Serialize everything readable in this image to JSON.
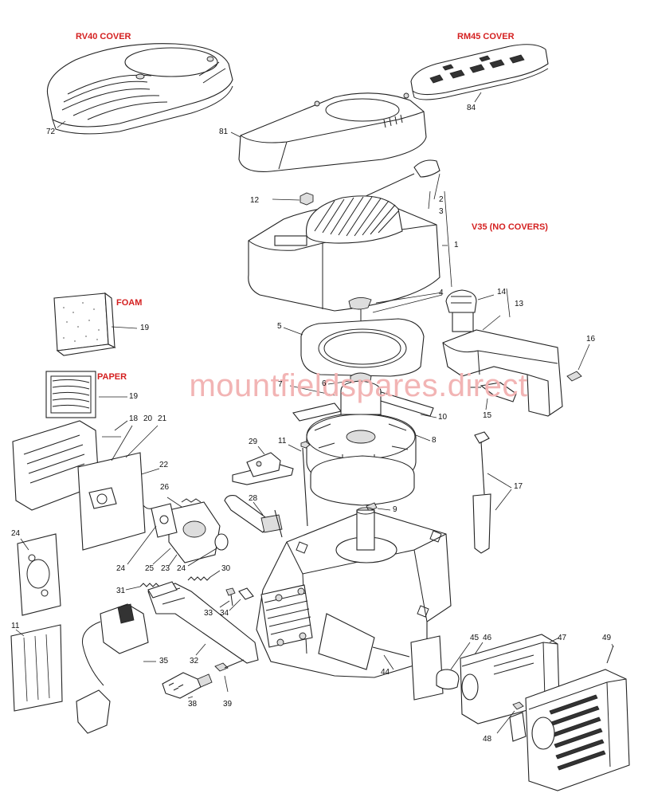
{
  "titles": {
    "rv40": "RV40 COVER",
    "rm45": "RM45 COVER",
    "v35": "V35 (NO COVERS)",
    "foam": "FOAM",
    "paper": "PAPER"
  },
  "watermark": "mountfieldspares.direct",
  "colors": {
    "title_red": "#d42020",
    "watermark_red": "#f2b4b4"
  },
  "labels": {
    "n72": "72",
    "n81": "81",
    "n84": "84",
    "n2": "2",
    "n3": "3",
    "n12": "12",
    "n1": "1",
    "n4": "4",
    "n5": "5",
    "n6": "6",
    "n7": "7",
    "n8": "8",
    "n9": "9",
    "n10": "10",
    "n11a": "11",
    "n11b": "11",
    "n13": "13",
    "n14": "14",
    "n15": "15",
    "n16": "16",
    "n17": "17",
    "n18": "18",
    "n19a": "19",
    "n19b": "19",
    "n20": "20",
    "n21": "21",
    "n22": "22",
    "n23": "23",
    "n24a": "24",
    "n24b": "24",
    "n24c": "24",
    "n25": "25",
    "n26": "26",
    "n28": "28",
    "n29": "29",
    "n30": "30",
    "n31": "31",
    "n32": "32",
    "n33": "33",
    "n34": "34",
    "n35": "35",
    "n38": "38",
    "n39": "39",
    "n44": "44",
    "n45": "45",
    "n46": "46",
    "n47": "47",
    "n48": "48",
    "n49": "49"
  }
}
